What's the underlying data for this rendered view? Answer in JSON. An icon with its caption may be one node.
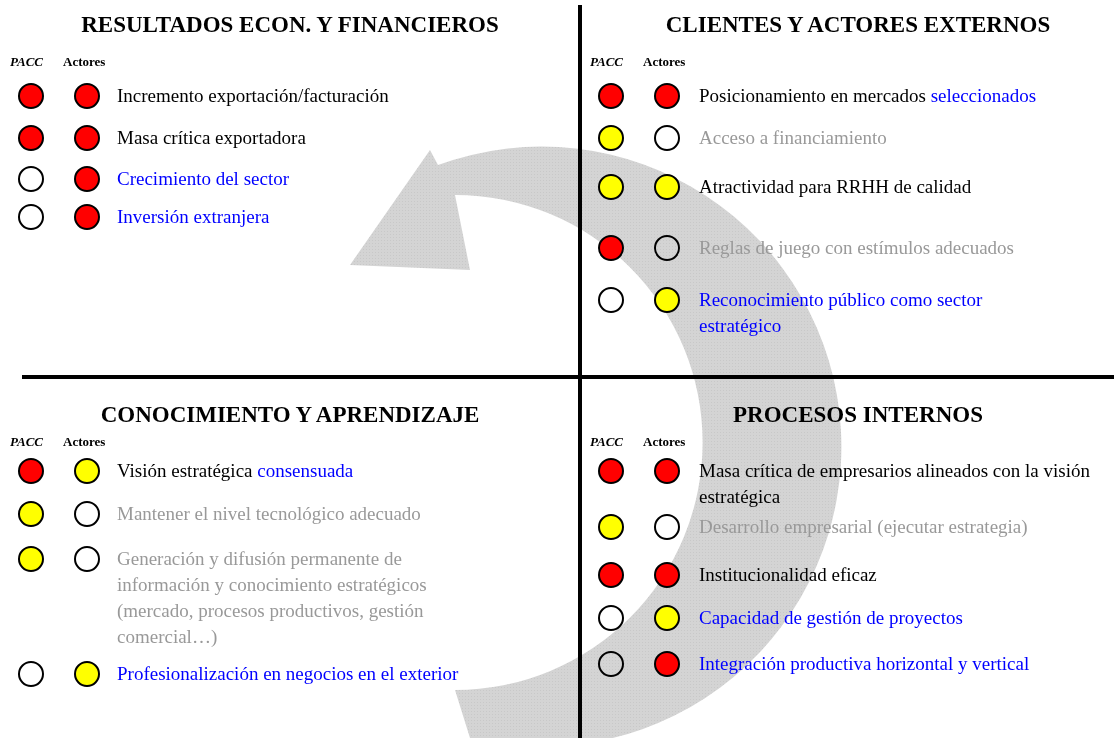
{
  "diagram": {
    "nodes": [
      {
        "text": [
          "RESULTADOS ECON. Y FINANCIEROS"
        ]
      },
      {
        "text": [
          "Incremento exportación/facturación"
        ],
        "in": 0
      },
      {
        "text": [
          "Masa crítica exportadora"
        ],
        "in": 0
      },
      {
        "text": [
          "Crecimiento del sector"
        ],
        "in": 0
      },
      {
        "text": [
          "Inversión extranjera"
        ],
        "in": 0
      },
      {
        "text": [
          "CLIENTES Y ACTORES EXTERNOS"
        ]
      },
      {
        "text": [
          "Posicionamiento en mercados **seleccionados**"
        ],
        "in": 5
      },
      {
        "text": [
          "Acceso a financiamiento"
        ],
        "in": 5
      },
      {
        "text": [
          "Atractividad para RRHH de calidad"
        ],
        "in": 5
      },
      {
        "text": [
          "Reglas de juego con estímulos adecuados"
        ],
        "in": 5
      },
      {
        "text": [
          "Reconocimiento público como sector estratégico"
        ],
        "in": 5
      },
      {
        "text": [
          "CONOCIMIENTO Y APRENDIZAJE"
        ]
      },
      {
        "text": [
          "Visión estratégica **consensuada**"
        ],
        "in": 11
      },
      {
        "text": [
          "Mantener el nivel tecnológico adecuado"
        ],
        "in": 11
      },
      {
        "text": [
          "Generación y difusión permanente de información y conocimiento estratégicos (mercado, procesos productivos, gestión comercial…)"
        ],
        "in": 11
      },
      {
        "text": [
          "Profesionalización en negocios en el exterior"
        ],
        "in": 11
      },
      {
        "text": [
          "PROCESOS INTERNOS"
        ]
      },
      {
        "text": [
          "Masa crítica de empresarios alineados con la visión estratégica"
        ],
        "in": 16
      },
      {
        "text": [
          "Desarrollo empresarial (ejecutar estrategia)"
        ],
        "in": 16
      },
      {
        "text": [
          "Institucionalidad eficaz"
        ],
        "in": 16
      },
      {
        "text": [
          "Capacidad de gestión de proyectos"
        ],
        "in": 16
      },
      {
        "text": [
          "Integración productiva horizontal y vertical"
        ],
        "in": 16
      }
    ],
    "labels": [
      "PACC",
      "Actores",
      "PACC",
      "Actores",
      "PACC",
      "Actores",
      "PACC",
      "Actores"
    ]
  }
}
